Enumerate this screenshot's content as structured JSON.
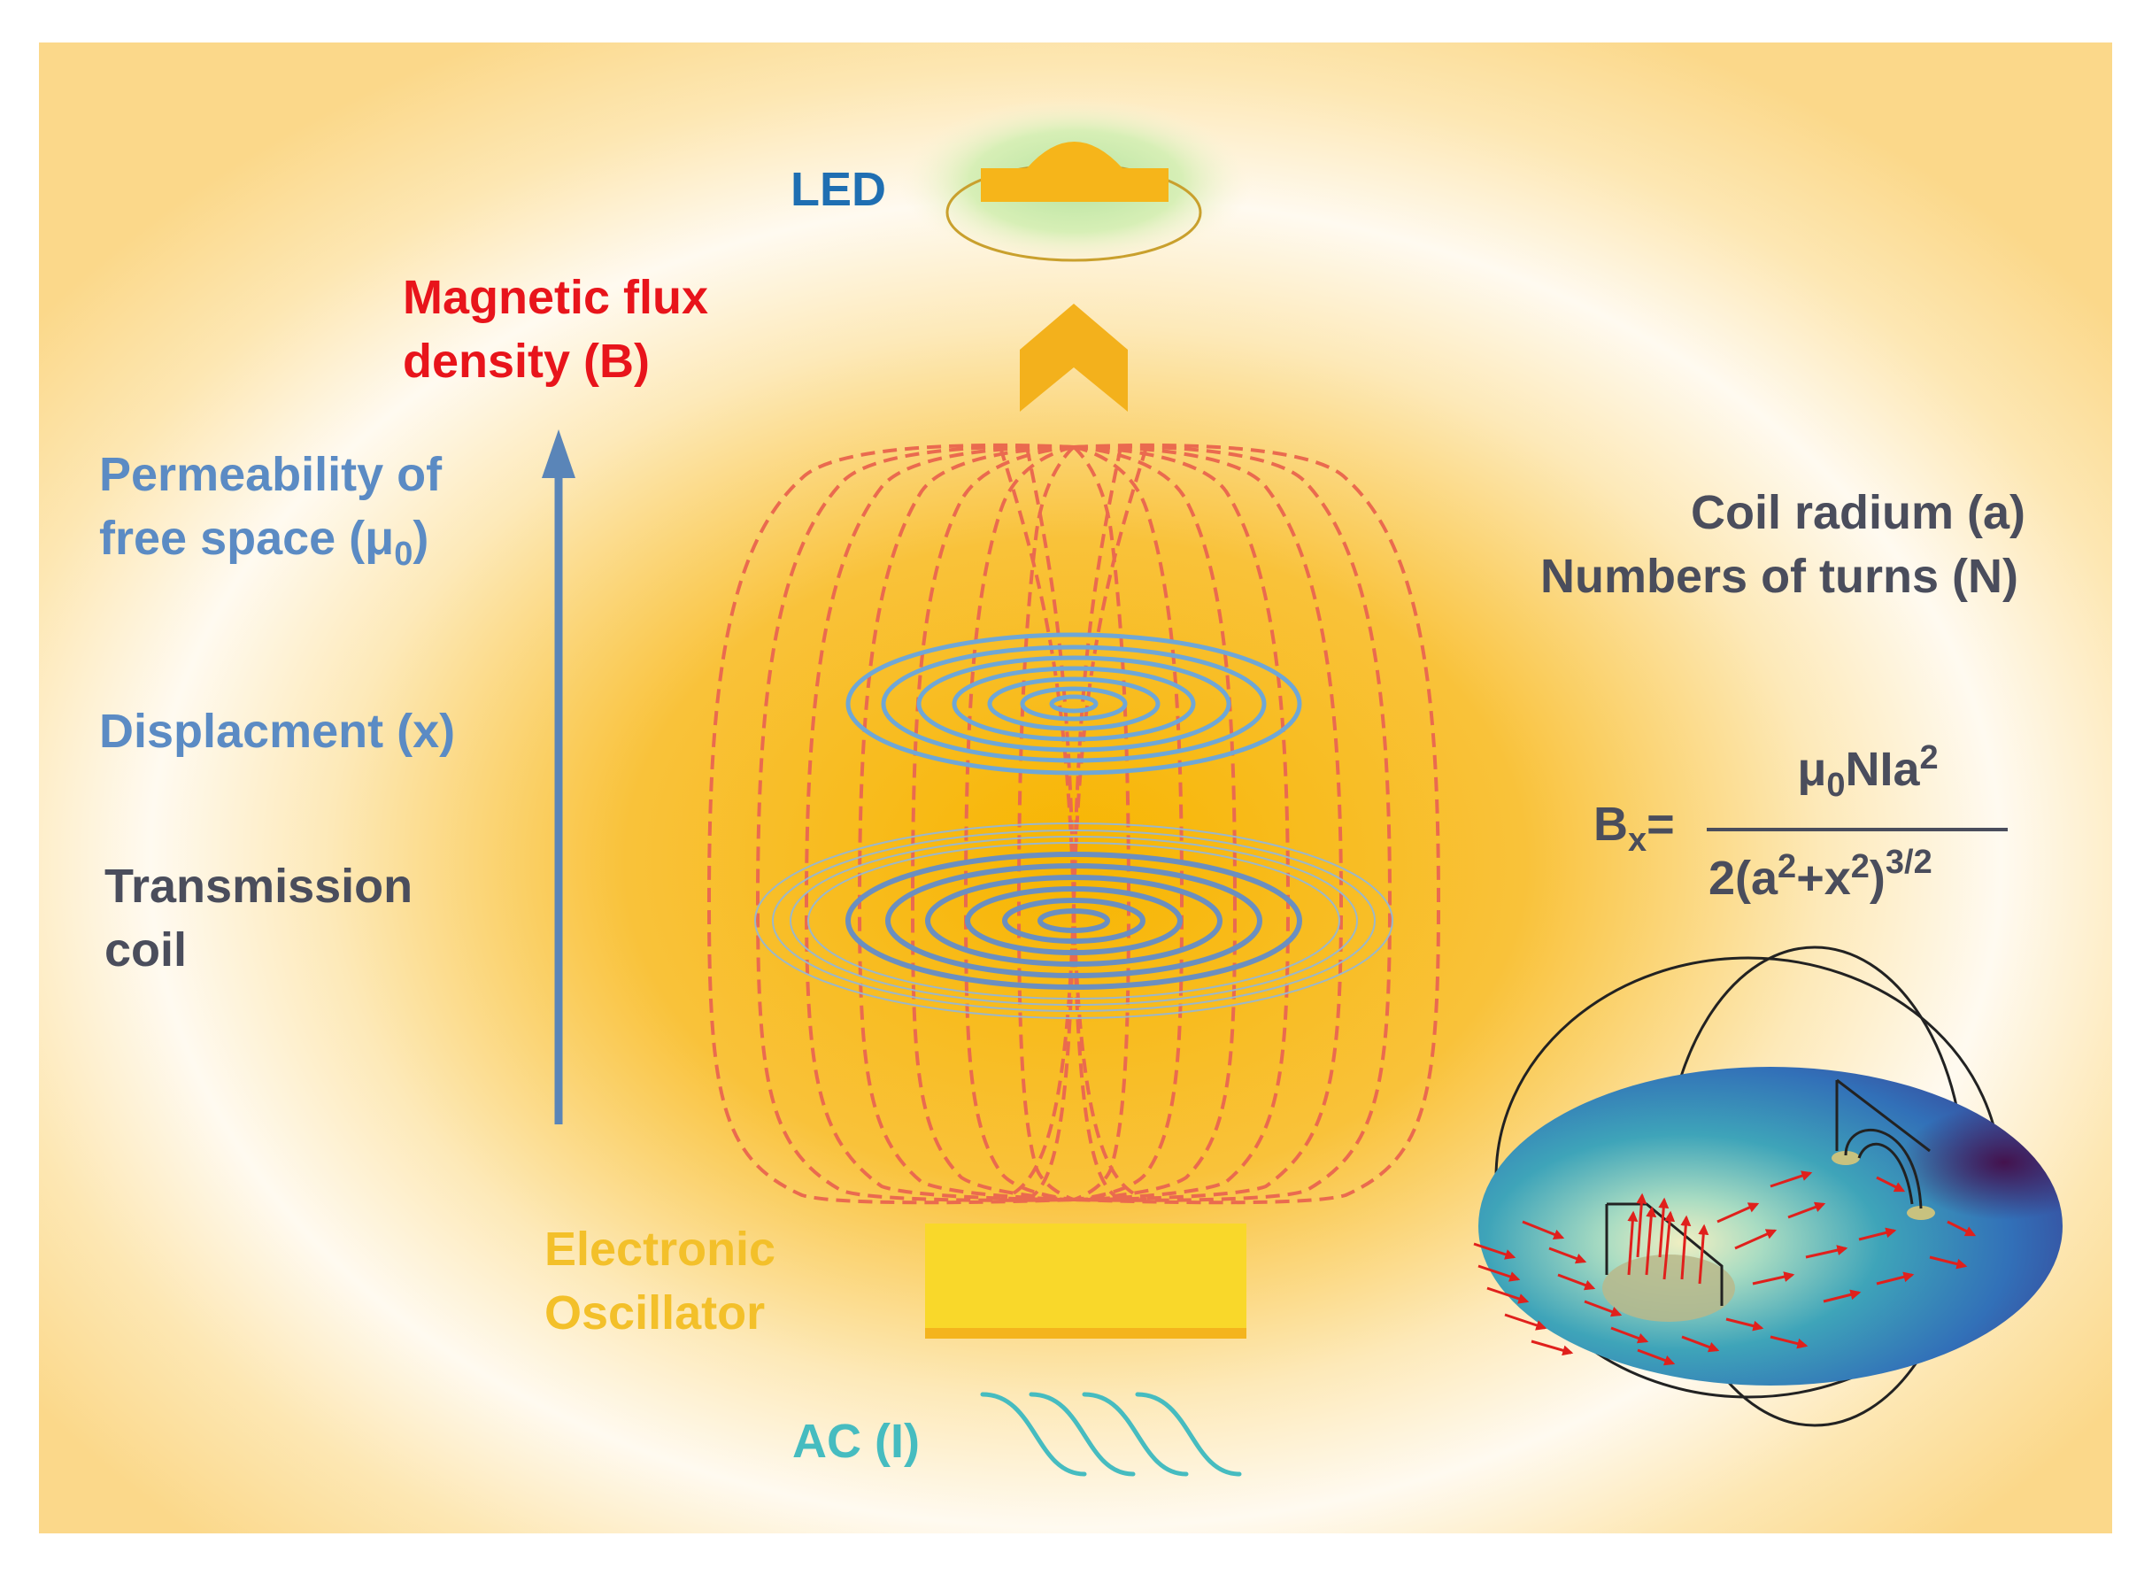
{
  "labels": {
    "led": "LED",
    "magnetic_flux": "Magnetic flux",
    "density": "density (B)",
    "permeability_line1": "Permeability of",
    "permeability_line2": "free space (μ",
    "permeability_sub": "0",
    "permeability_close": ")",
    "displacement": "Displacment (x)",
    "transmission_line1": "Transmission",
    "transmission_line2": "coil",
    "coil_radius": "Coil radium (a)",
    "turns": "Numbers of turns (N)",
    "oscillator_line1": "Electronic",
    "oscillator_line2": "Oscillator",
    "ac": "AC (I)"
  },
  "formula": {
    "lhs_B": "B",
    "lhs_sub": "x",
    "lhs_eq": "=",
    "num_mu": "μ",
    "num_sub": "0",
    "num_text": "NIa",
    "num_sup": "2",
    "den_a": "2(a",
    "den_sup1": "2",
    "den_x": "+x",
    "den_sup2": "2",
    "den_close": ")",
    "den_exp": "3/2"
  },
  "colors": {
    "background_glow": "#f7b500",
    "field_lines": "#ea6a4f",
    "coil_rings": "#6fa7d6",
    "arrow": "#5a85b8",
    "led_label": "#1f6fb2",
    "flux_label": "#e8141b",
    "param_label": "#5b8bc4",
    "dark_label": "#4a4d5c",
    "oscillator": "#f6c423",
    "ac_wave": "#46bcc0"
  },
  "icons": [
    "led-icon",
    "up-chevron-icon",
    "oscillator-block",
    "ac-wave-icon",
    "simulation-inset"
  ]
}
